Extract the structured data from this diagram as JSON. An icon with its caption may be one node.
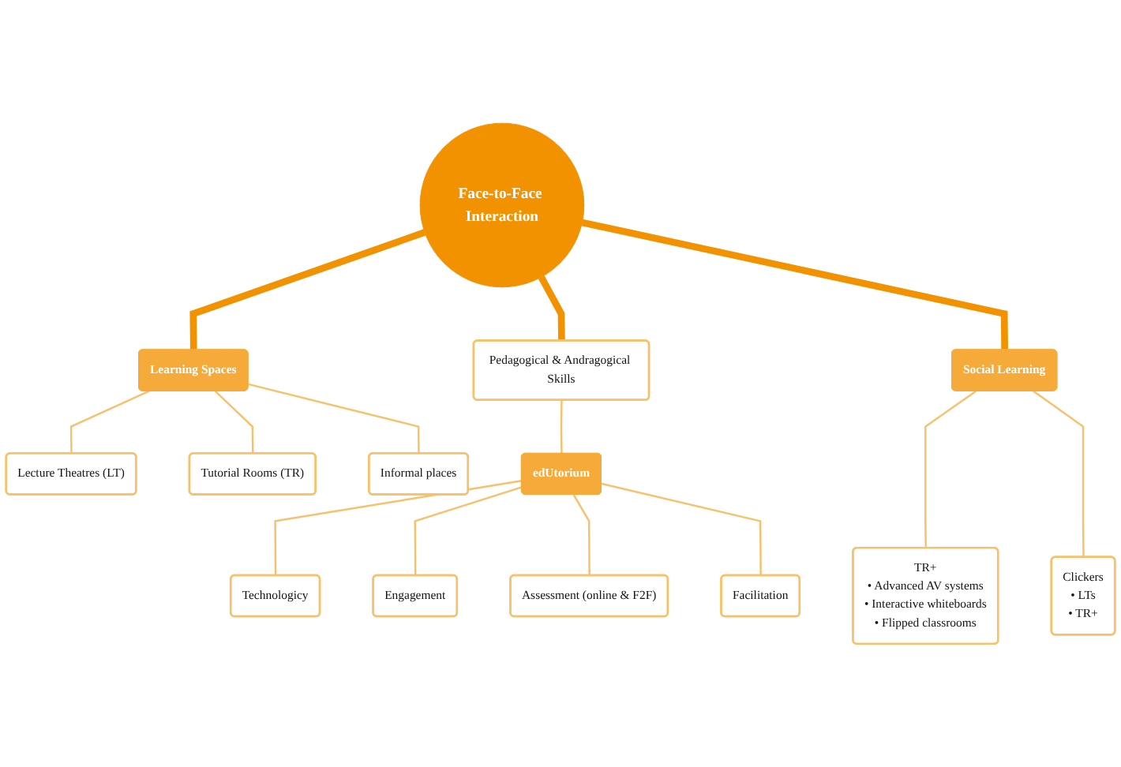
{
  "diagram": {
    "nodes": [
      {
        "text": [
          "Face-to-Face Interaction"
        ]
      },
      {
        "text": [
          "Learning Spaces"
        ]
      },
      {
        "text": [
          "Lecture Theatres (LT)"
        ]
      },
      {
        "text": [
          "Tutorial Rooms (TR)"
        ]
      },
      {
        "text": [
          "Informal places"
        ]
      },
      {
        "text": [
          "Pedagogical & Andragogical Skills"
        ]
      },
      {
        "text": [
          "edUtorium"
        ]
      },
      {
        "text": [
          "Technologicy"
        ]
      },
      {
        "text": [
          "Engagement"
        ]
      },
      {
        "text": [
          "Assessment (online & F2F)"
        ]
      },
      {
        "text": [
          "Facilitation"
        ]
      },
      {
        "text": [
          "Social Learning"
        ]
      },
      {
        "text": [
          "TR+",
          "• Advanced AV systems",
          "• Interactive whiteboards",
          "• Flipped classrooms"
        ]
      },
      {
        "text": [
          "Clickers",
          "• LTs",
          "• TR+"
        ]
      }
    ],
    "edges": [
      {
        "from": 0,
        "to": 1,
        "arrow": "none",
        "style": "thick",
        "color": "#f39200"
      },
      {
        "from": 1,
        "to": 2,
        "arrow": "none"
      },
      {
        "from": 1,
        "to": 3,
        "arrow": "none"
      },
      {
        "from": 1,
        "to": 4,
        "arrow": "none"
      },
      {
        "from": 0,
        "to": 5,
        "arrow": "none",
        "style": "thick",
        "color": "#f39200"
      },
      {
        "from": 5,
        "to": 6,
        "arrow": "none"
      },
      {
        "from": 6,
        "to": 7,
        "arrow": "none"
      },
      {
        "from": 6,
        "to": 8,
        "arrow": "none"
      },
      {
        "from": 6,
        "to": 9,
        "arrow": "none"
      },
      {
        "from": 6,
        "to": 10,
        "arrow": "none"
      },
      {
        "from": 0,
        "to": 11,
        "arrow": "none",
        "style": "thick",
        "color": "#f39200"
      },
      {
        "from": 11,
        "to": 12,
        "arrow": "none"
      },
      {
        "from": 11,
        "to": 13,
        "arrow": "none"
      }
    ]
  }
}
